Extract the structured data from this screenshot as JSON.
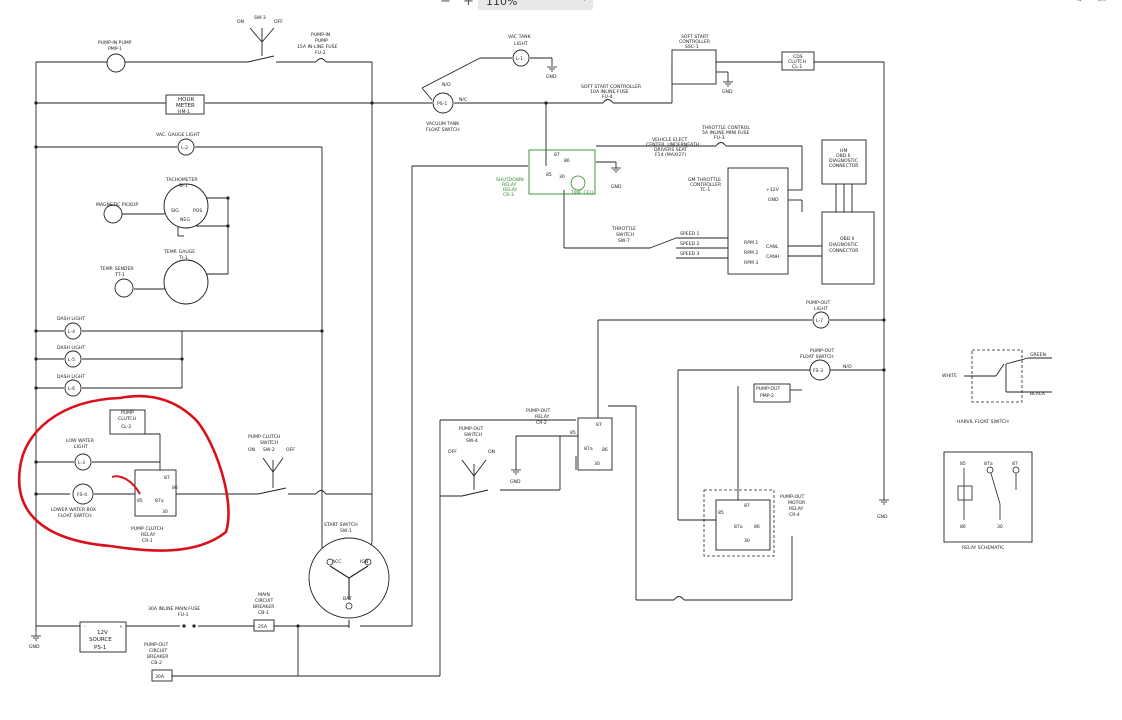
{
  "toolbar": {
    "zoom_value": "110%",
    "minus_icon": "minus-icon",
    "plus_icon": "plus-icon",
    "chevron": "chevron-down-icon"
  },
  "colors": {
    "wire": "#222222",
    "shutdown_relay": "#2e8b2e",
    "annotation": "#d9111b"
  },
  "labels": {
    "sw3": "SW-3",
    "on": "ON",
    "off": "OFF",
    "pumpin_pump": "PUMP-IN PUMP",
    "pmp1": "PMP-1",
    "pumpin_fuse_1": "PUMP-IN",
    "pumpin_fuse_2": "PUMP",
    "pumpin_fuse_3": "15A IN-LINE FUSE",
    "fu2": "FU-2",
    "hour_meter_1": "HOUR",
    "hour_meter_2": "METER",
    "hm1": "HM-1",
    "vac_gauge_light": "VAC. GAUGE LIGHT",
    "l2": "L-2",
    "tachometer": "TACHOMETER",
    "si1": "SI-1",
    "magnetic_pickup": "MAGNETIC PICKUP",
    "sig": "SIG",
    "pos": "POS",
    "neg": "NEG",
    "temp_gauge": "TEMP. GAUGE",
    "ti1": "TI-1",
    "temp_sender": "TEMP. SENDER",
    "tt1": "TT-1",
    "dash_light": "DASH LIGHT",
    "l4": "L-4",
    "l5": "L-5",
    "l6": "L-6",
    "pump_clutch": "PUMP",
    "clutch": "CLUTCH",
    "cl2": "CL-2",
    "low_water_light_1": "LOW WATER",
    "low_water_light_2": "LIGHT",
    "l3": "L-3",
    "fs4": "FS-4",
    "lower_water_box_1": "LOWER WATER BOX",
    "lower_water_box_2": "FLOAT SWITCH",
    "pc_relay_1": "PUMP CLUTCH",
    "pc_relay_2": "RELAY",
    "cr1": "CR-1",
    "pc_switch_1": "PUMP CLUTCH",
    "pc_switch_2": "SWITCH",
    "sw2": "SW-2",
    "start_switch": "START SWITCH",
    "sw1": "SW-1",
    "acc": "ACC",
    "ign": "IGN",
    "bat": "BAT",
    "vac_tank_light_1": "VAC TANK",
    "vac_tank_light_2": "LIGHT",
    "l1": "L-1",
    "gnd": "GND",
    "no": "N/O",
    "nc": "N/C",
    "ps1": "PS-1",
    "vac_float_1": "VACUUM TANK",
    "vac_float_2": "FLOAT SWITCH",
    "ssc_1": "SOFT START",
    "ssc_2": "CONTROLLER",
    "ssc_3": "SSC-1",
    "ssc_fuse_1": "SOFT START CONTROLLER",
    "ssc_fuse_2": "10A INLINE FUSE",
    "ssc_fuse_3": "FU-4",
    "cds_1": "CDS",
    "cds_2": "CLUTCH",
    "cds_3": "CL-1",
    "shutdown_1": "SHUTDOWN",
    "shutdown_2": "RELAY",
    "shutdown_3": "RELAY",
    "shutdown_4": "CR-3",
    "time_cell": "TIME CELL",
    "vehicle_1": "VEHICLE ELECT",
    "vehicle_2": "CENTER, UNDERNEATH",
    "vehicle_3": "DRIVERS SEAT",
    "vehicle_4": "F14 (MAXI27)",
    "throttle_ctrl_1": "THROTTLE CONTROL",
    "throttle_ctrl_2": "5A INLINE MINI FUSE",
    "throttle_ctrl_3": "FU-3",
    "hm_1": "HM",
    "hm_2": "OBD II",
    "hm_3": "DIAGNOSTIC",
    "hm_4": "CONNECTOR",
    "gm_1": "GM THROTTLE",
    "gm_2": "CONTROLLER",
    "gm_3": "TC-1",
    "plus12v": "+12V",
    "canl": "CANL",
    "canh": "CANH",
    "throttle_switch_1": "THROTTLE",
    "throttle_switch_2": "SWITCH",
    "sw7": "SW-7",
    "speed1": "SPEED 1",
    "speed2": "SPEED 2",
    "speed3": "SPEED 3",
    "rpm1": "RPM 1",
    "rpm2": "RPM 2",
    "rpm3": "RPM 3",
    "obd_1": "OBD II",
    "obd_2": "DIAGNOSTIC",
    "obd_3": "CONNECTOR",
    "pumpout_light_1": "PUMP-OUT",
    "pumpout_light_2": "LIGHT",
    "l7": "L-7",
    "pumpout_float_1": "PUMP-OUT",
    "pumpout_float_2": "FLOAT SWITCH",
    "fs3": "FS-3",
    "po_relay_1": "PUMP-OUT",
    "po_relay_2": "RELAY",
    "cr2": "CR-2",
    "po_switch_1": "PUMP-OUT",
    "po_switch_2": "SWITCH",
    "sw4": "SW-4",
    "pmp2_1": "PUMP-OUT",
    "pmp2_2": "PMP-2",
    "po_motor_1": "PUMP-OUT",
    "po_motor_2": "MOTOR",
    "po_motor_3": "RELAY",
    "cr4": "CR-4",
    "white": "WHITE",
    "green": "GREEN",
    "black": "BLACK",
    "harvil": "HARVIL FLOAT SWITCH",
    "relay_schematic": "RELAY SCHEMATIC",
    "t85": "85",
    "t86": "86",
    "t87": "87",
    "t87a": "87a",
    "t30": "30",
    "source_1": "12V",
    "source_2": "SOURCE",
    "ps1_src": "PS-1",
    "main_fuse_1": "30A INLINE MAIN FUSE",
    "fu1": "FU-1",
    "main_cb_1": "MAIN",
    "main_cb_2": "CIRCUIT",
    "main_cb_3": "BREAKER",
    "cb1": "CB-1",
    "a25": "25A",
    "po_cb_1": "PUMP-OUT",
    "po_cb_2": "CIRCUIT",
    "po_cb_3": "BREAKER",
    "cb2": "CB-2",
    "a30": "30A",
    "minus": "-",
    "plus": "+"
  }
}
